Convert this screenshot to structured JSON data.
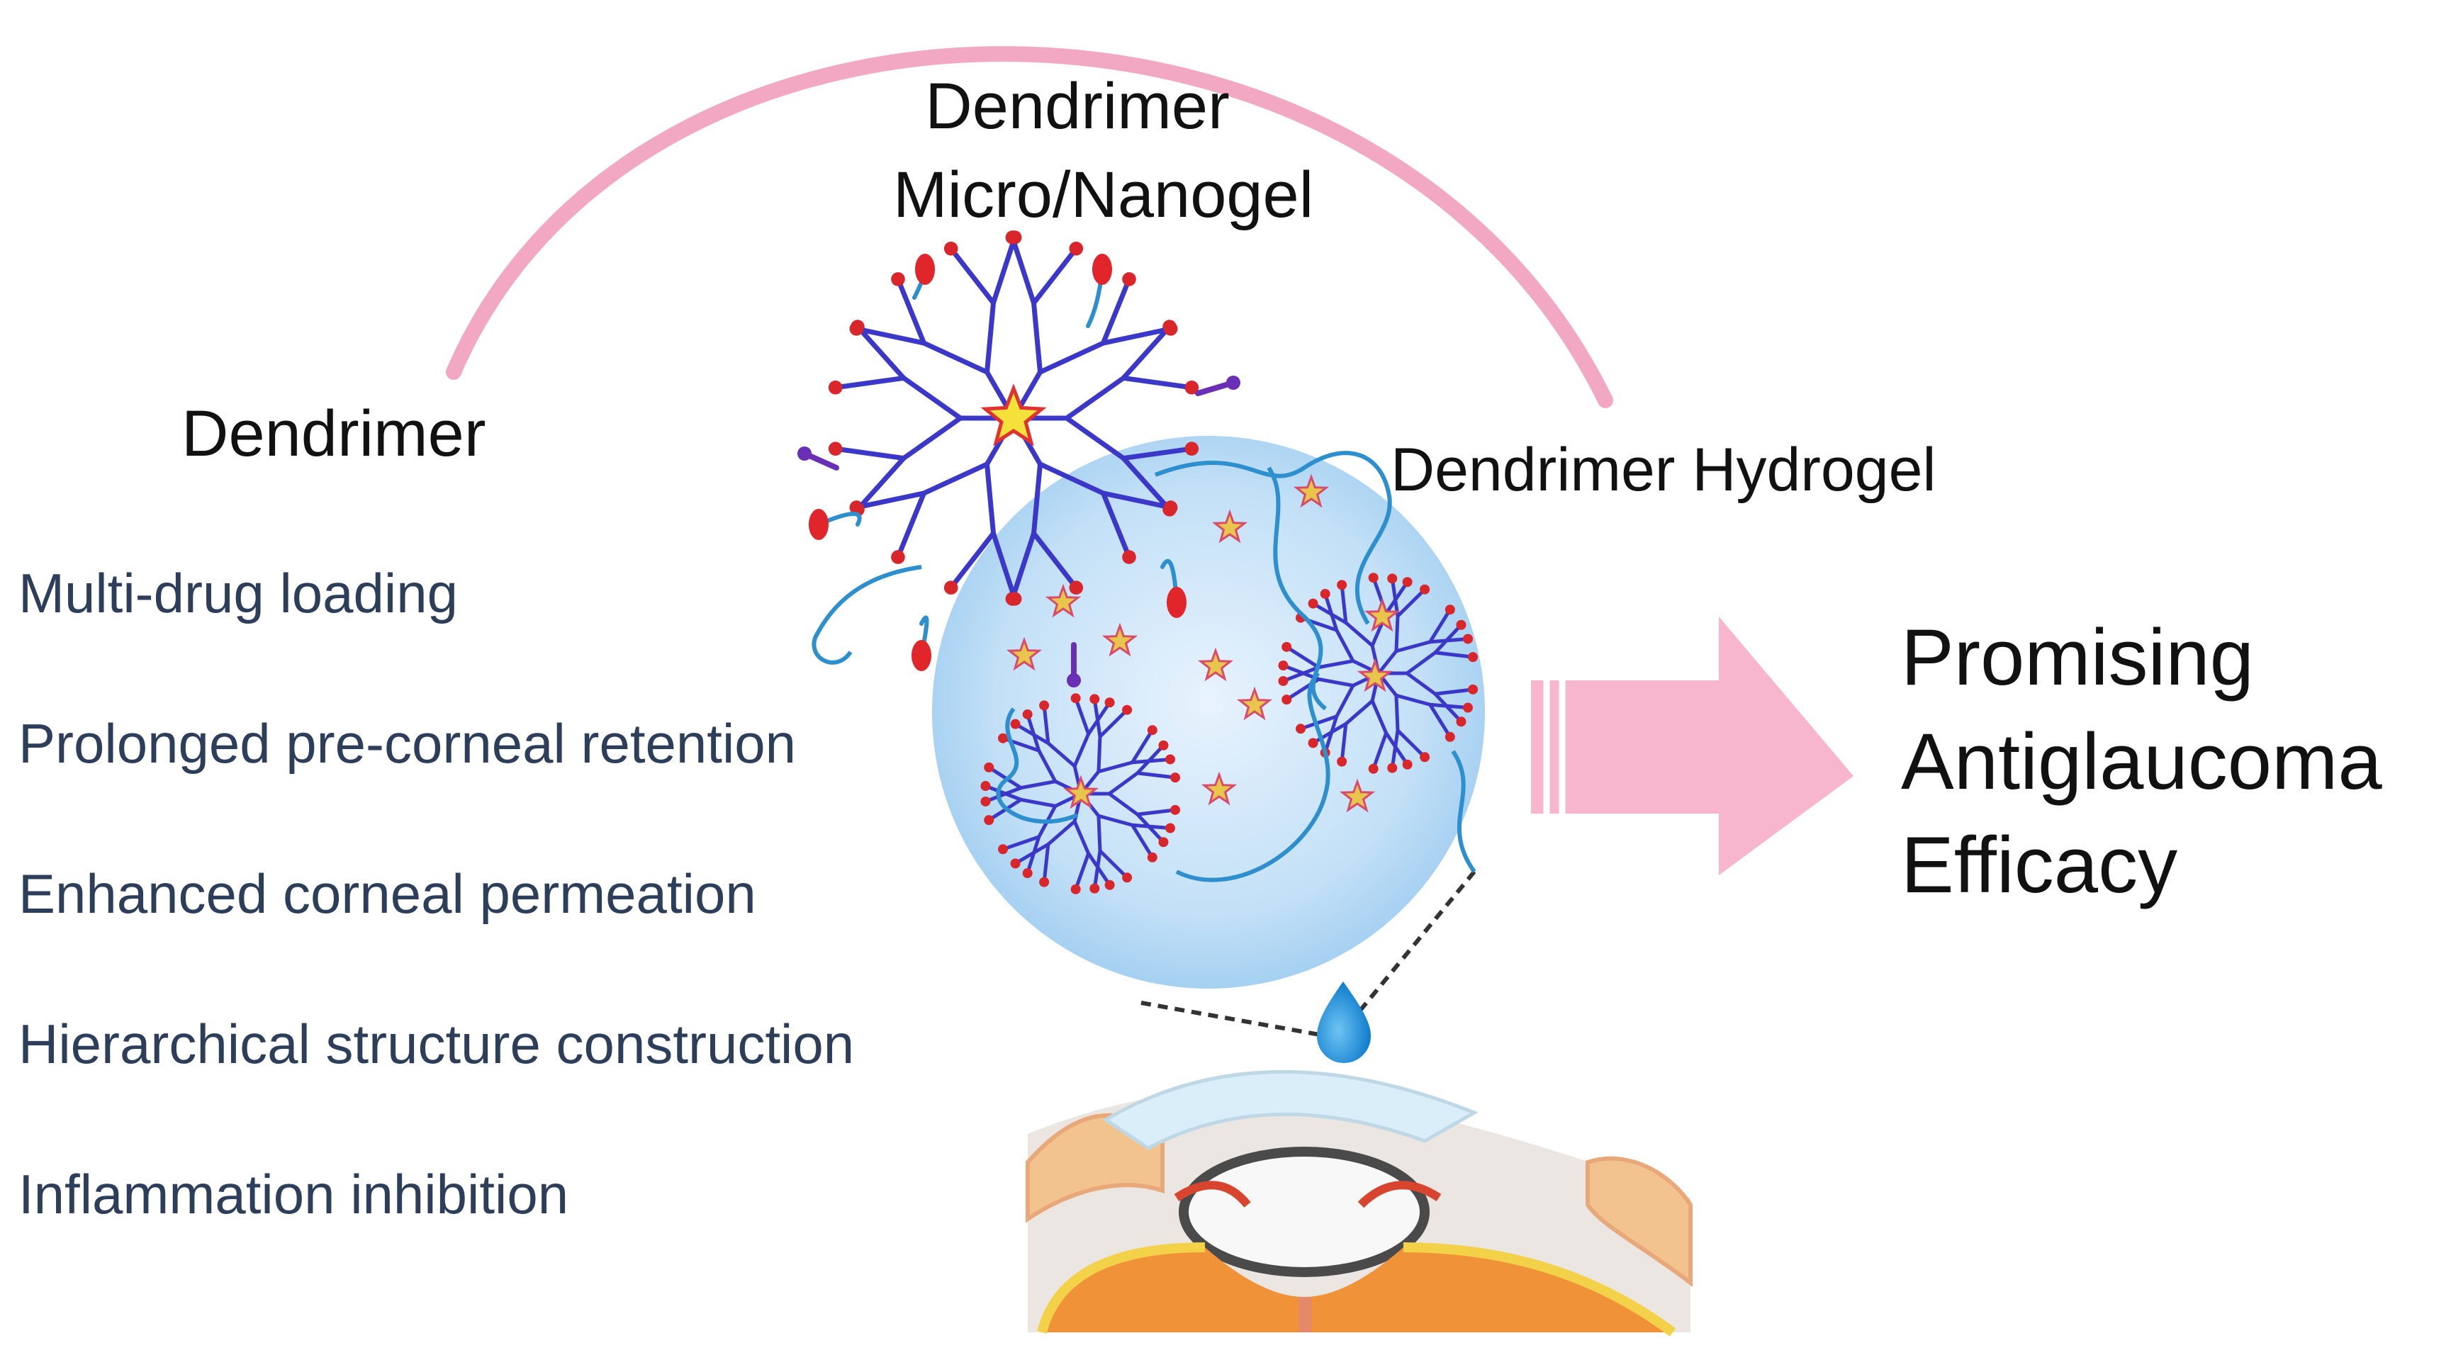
{
  "labels": {
    "top_line1": "Dendrimer",
    "top_line2": "Micro/Nanogel",
    "left_heading": "Dendrimer",
    "right_heading": "Dendrimer Hydrogel",
    "result_line1": "Promising",
    "result_line2": "Antiglaucoma",
    "result_line3": "Efficacy"
  },
  "features": [
    "Multi-drug loading",
    "Prolonged pre-corneal retention",
    "Enhanced corneal permeation",
    "Hierarchical structure construction",
    "Inflammation inhibition"
  ],
  "colors": {
    "arc": "#f2a8c3",
    "arrow": "#f8b6ce",
    "gel_center": "#e4f1fc",
    "gel_edge": "#a9d2f1",
    "branch": "#3a37c9",
    "chain": "#2e8fcf",
    "star": "#e8c54b",
    "drop": "#1e90dc",
    "lens": "#f4e6d6",
    "eye": "#f09238",
    "tissue": "#f2c38e"
  },
  "icons": {
    "drug": "star-icon",
    "drop": "eye-drop-icon",
    "arrow": "right-arrow-icon",
    "eye": "eye-cross-section-icon"
  }
}
